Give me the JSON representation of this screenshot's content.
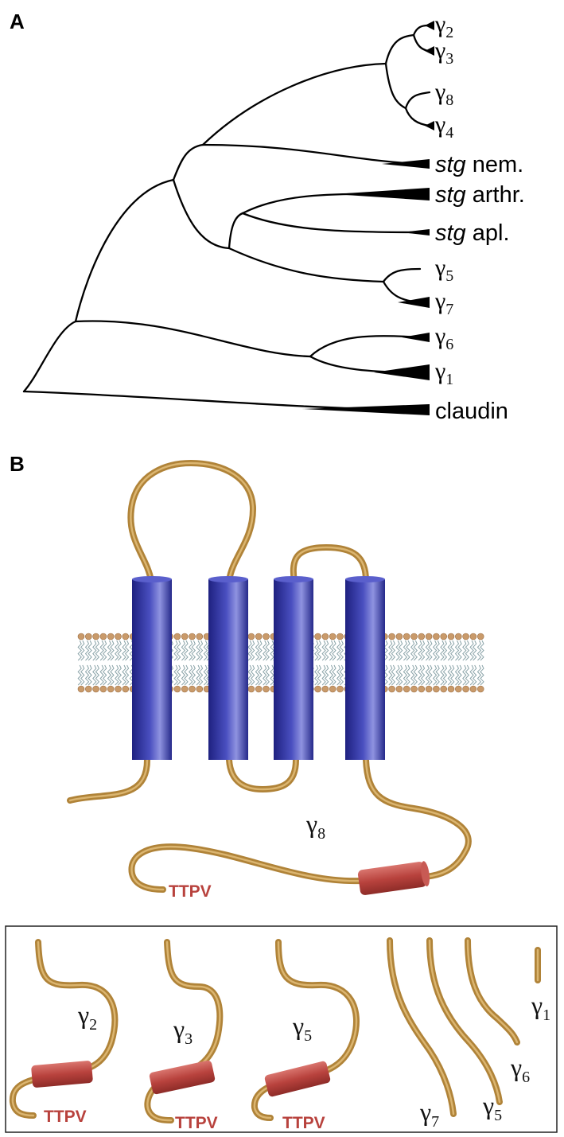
{
  "panels": {
    "a": {
      "letter": "A"
    },
    "b": {
      "letter": "B"
    }
  },
  "tree": {
    "leaves": [
      {
        "id": "g2",
        "prefix": "",
        "sym": "γ",
        "sub": "2",
        "suffix": ""
      },
      {
        "id": "g3",
        "prefix": "",
        "sym": "γ",
        "sub": "3",
        "suffix": ""
      },
      {
        "id": "g8",
        "prefix": "",
        "sym": "γ",
        "sub": "8",
        "suffix": ""
      },
      {
        "id": "g4",
        "prefix": "",
        "sym": "γ",
        "sub": "4",
        "suffix": ""
      },
      {
        "id": "nem",
        "prefix": "stg",
        "sym": "",
        "sub": "",
        "suffix": " nem."
      },
      {
        "id": "arthr",
        "prefix": "stg",
        "sym": "",
        "sub": "",
        "suffix": " arthr."
      },
      {
        "id": "apl",
        "prefix": "stg",
        "sym": "",
        "sub": "",
        "suffix": " apl."
      },
      {
        "id": "g5",
        "prefix": "",
        "sym": "γ",
        "sub": "5",
        "suffix": ""
      },
      {
        "id": "g7",
        "prefix": "",
        "sym": "γ",
        "sub": "7",
        "suffix": ""
      },
      {
        "id": "g6",
        "prefix": "",
        "sym": "γ",
        "sub": "6",
        "suffix": ""
      },
      {
        "id": "g1",
        "prefix": "",
        "sym": "γ",
        "sub": "1",
        "suffix": ""
      },
      {
        "id": "claudin",
        "prefix": "",
        "sym": "",
        "sub": "",
        "suffix": "claudin"
      }
    ]
  },
  "topology": {
    "label_sym": "γ",
    "label_sub": "8",
    "motif": "TTPV"
  },
  "inset": {
    "tails": [
      {
        "sym": "γ",
        "sub": "2",
        "motif": "TTPV"
      },
      {
        "sym": "γ",
        "sub": "3",
        "motif": "TTPV"
      },
      {
        "sym": "γ",
        "sub": "5",
        "motif": "TTPV"
      },
      {
        "sym": "γ",
        "sub": "7",
        "motif": ""
      },
      {
        "sym": "γ",
        "sub": "5",
        "motif": ""
      },
      {
        "sym": "γ",
        "sub": "6",
        "motif": ""
      },
      {
        "sym": "γ",
        "sub": "1",
        "motif": ""
      }
    ]
  },
  "colors": {
    "helix": "#2c2f97",
    "tail": "#b08338",
    "pdz_box": "#b8423d",
    "lipid_head": "#c99a6a",
    "lipid_tail": "#8aa3a8"
  }
}
